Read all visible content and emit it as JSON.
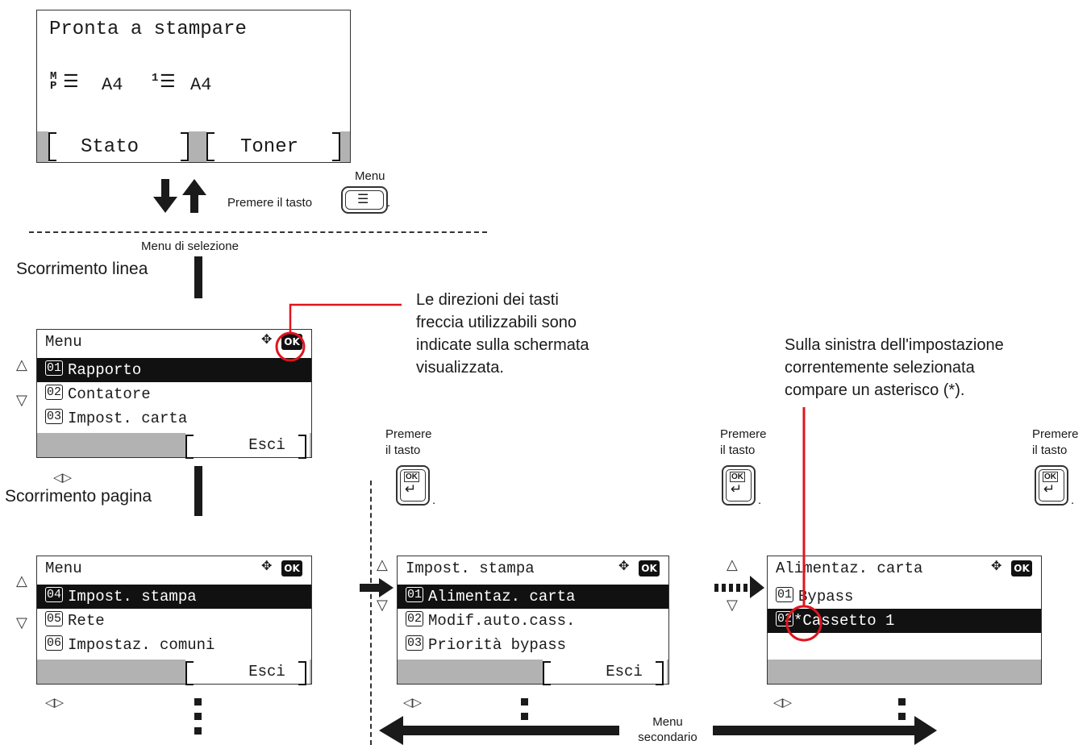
{
  "top_panel": {
    "status": "Pronta a stampare",
    "mp_paper": "A4",
    "tray1_paper": "A4",
    "key_left": "Stato",
    "key_right": "Toner"
  },
  "menu_key": {
    "caption": "Menu",
    "instruction": "Premere il tasto",
    "period": "."
  },
  "selection_menu_label": "Menu di selezione",
  "scroll_line_label": "Scorrimento linea",
  "scroll_page_label": "Scorrimento pagina",
  "arrow_note": [
    "Le direzioni dei tasti",
    "freccia utilizzabili sono",
    "indicate sulla schermata",
    "visualizzata."
  ],
  "asterisk_note": [
    "Sulla sinistra dell'impostazione",
    "correntemente selezionata",
    "compare un asterisco (*)."
  ],
  "press_ok": {
    "line1": "Premere",
    "line2": "il tasto",
    "ok": "OK",
    "enter": "↵",
    "period": "."
  },
  "screen1": {
    "title": "Menu",
    "items": [
      {
        "num": "01",
        "label": "Rapporto"
      },
      {
        "num": "02",
        "label": "Contatore"
      },
      {
        "num": "03",
        "label": "Impost. carta"
      }
    ],
    "softkey": "Esci"
  },
  "screen2": {
    "title": "Menu",
    "items": [
      {
        "num": "04",
        "label": "Impost. stampa"
      },
      {
        "num": "05",
        "label": "Rete"
      },
      {
        "num": "06",
        "label": "Impostaz. comuni"
      }
    ],
    "softkey": "Esci"
  },
  "screen3": {
    "title": "Impost. stampa",
    "items": [
      {
        "num": "01",
        "label": "Alimentaz. carta"
      },
      {
        "num": "02",
        "label": "Modif.auto.cass."
      },
      {
        "num": "03",
        "label": "Priorità bypass"
      }
    ],
    "softkey": "Esci"
  },
  "screen4": {
    "title": "Alimentaz. carta",
    "items": [
      {
        "num": "01",
        "label": "Bypass"
      },
      {
        "num": "02",
        "label": "*Cassetto 1"
      }
    ]
  },
  "ok_badge": "OK",
  "submenu_label": {
    "line1": "Menu",
    "line2": "secondario"
  },
  "icons": {
    "up": "△",
    "down": "▽",
    "left_right": "◁▷",
    "four_way": "✥"
  },
  "colors": {
    "callout": "#e0141e",
    "selected_row": "#111111",
    "softkey_bar": "#b2b2b2"
  }
}
